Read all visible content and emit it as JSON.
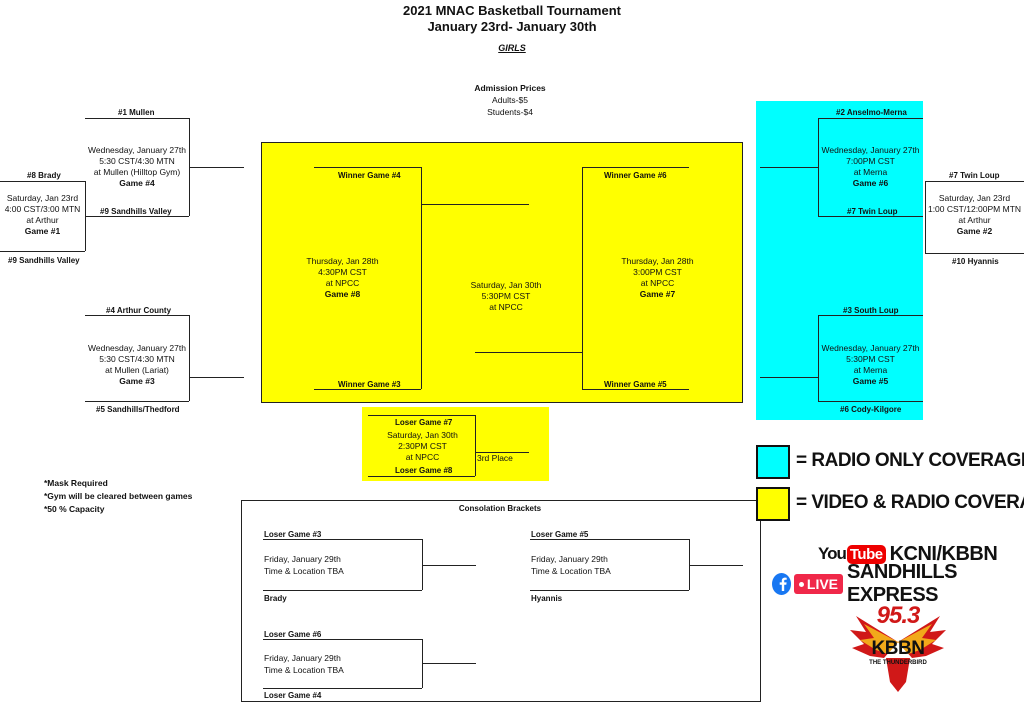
{
  "header": {
    "title": "2021 MNAC Basketball Tournament",
    "dates": "January 23rd- January 30th",
    "division": "GIRLS"
  },
  "admission": {
    "heading": "Admission Prices",
    "adults": "Adults-$5",
    "students": "Students-$4"
  },
  "notes": [
    "*Mask Required",
    "*Gym will be cleared between games",
    "*50 % Capacity"
  ],
  "colors": {
    "radio": "#00ffff",
    "video": "#ffff00"
  },
  "bracket": {
    "left": {
      "g1": {
        "top": "#8 Brady",
        "bottom": "#9 Sandhills Valley",
        "info": [
          "Saturday, Jan 23rd",
          "4:00 CST/3:00 MTN",
          "at Arthur"
        ],
        "game": "Game #1"
      },
      "g4": {
        "top": "#1 Mullen",
        "bottom": "#9 Sandhills Valley",
        "info": [
          "Wednesday, January 27th",
          "5:30 CST/4:30 MTN",
          "at Mullen (Hilltop Gym)"
        ],
        "game": "Game #4"
      },
      "g3": {
        "top": "#4 Arthur County",
        "bottom": "#5 Sandhills/Thedford",
        "info": [
          "Wednesday, January 27th",
          "5:30 CST/4:30 MTN",
          "at Mullen (Lariat)"
        ],
        "game": "Game #3"
      }
    },
    "right": {
      "g2": {
        "top": "#7 Twin Loup",
        "bottom": "#10 Hyannis",
        "info": [
          "Saturday, Jan 23rd",
          "1:00 CST/12:00PM MTN",
          "at Arthur"
        ],
        "game": "Game #2"
      },
      "g6": {
        "top": "#2 Anselmo-Merna",
        "bottom": "#7 Twin Loup",
        "info": [
          "Wednesday, January 27th",
          "7:00PM CST",
          "at Merna"
        ],
        "game": "Game #6"
      },
      "g5": {
        "top": "#3 South Loup",
        "bottom": "#6 Cody-Kilgore",
        "info": [
          "Wednesday, January 27th",
          "5:30PM CST",
          "at Merna"
        ],
        "game": "Game #5"
      }
    },
    "semis": {
      "g8": {
        "top": "Winner Game #4",
        "bottom": "Winner Game #3",
        "info": [
          "Thursday, Jan 28th",
          "4:30PM CST",
          "at NPCC"
        ],
        "game": "Game #8"
      },
      "g7": {
        "top": "Winner Game #6",
        "bottom": "Winner Game #5",
        "info": [
          "Thursday, Jan 28th",
          "3:00PM CST",
          "at NPCC"
        ],
        "game": "Game #7"
      }
    },
    "final": {
      "info": [
        "Saturday, Jan 30th",
        "5:30PM CST",
        "at NPCC"
      ]
    },
    "third": {
      "top": "Loser Game #7",
      "bottom": "Loser Game #8",
      "info": [
        "Saturday, Jan 30th",
        "2:30PM CST",
        "at NPCC"
      ],
      "label": "3rd Place"
    }
  },
  "consolation": {
    "heading": "Consolation Brackets",
    "a": {
      "top": "Loser Game #3",
      "info": [
        "Friday, January 29th",
        "Time & Location TBA"
      ],
      "bottom": "Brady"
    },
    "b": {
      "top": "Loser Game #5",
      "info": [
        "Friday, January 29th",
        "Time & Location TBA"
      ],
      "bottom": "Hyannis"
    },
    "c": {
      "top": "Loser Game #6",
      "info": [
        "Friday, January 29th",
        "Time & Location TBA"
      ],
      "bottom": "Loser Game #4"
    }
  },
  "legend": {
    "radio_label": "= RADIO ONLY COVERAGE",
    "video_label": "= VIDEO & RADIO COVERAGE"
  },
  "media": {
    "youtube_you": "You",
    "youtube_tube": "Tube",
    "youtube_channel": "KCNI/KBBN",
    "facebook_live": "LIVE",
    "facebook_channel": "SANDHILLS EXPRESS",
    "station_freq": "95.3",
    "station_call": "KBBN",
    "station_tag": "THE THUNDERBIRD"
  }
}
